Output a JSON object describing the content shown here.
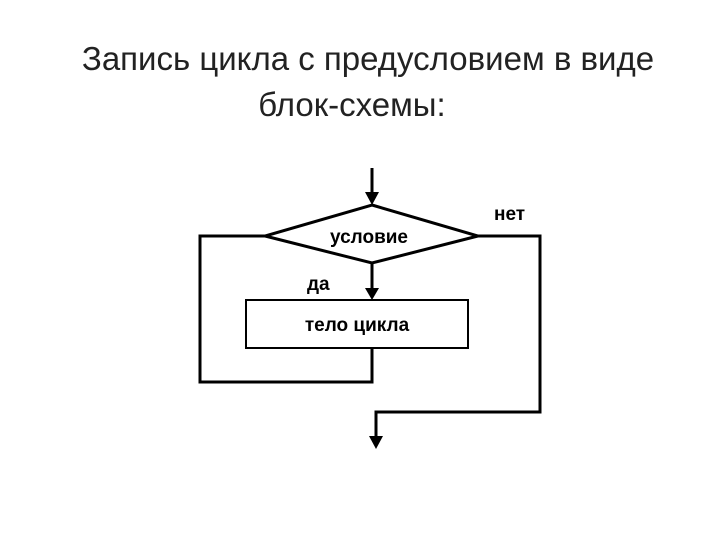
{
  "slide": {
    "title_line_1": "Запись цикла с предусловием в виде",
    "title_line_2": "блок-схемы:"
  },
  "flowchart": {
    "condition_label": "условие",
    "body_label": "тело цикла",
    "yes_label": "да",
    "no_label": "нет",
    "line_color": "#000000"
  }
}
